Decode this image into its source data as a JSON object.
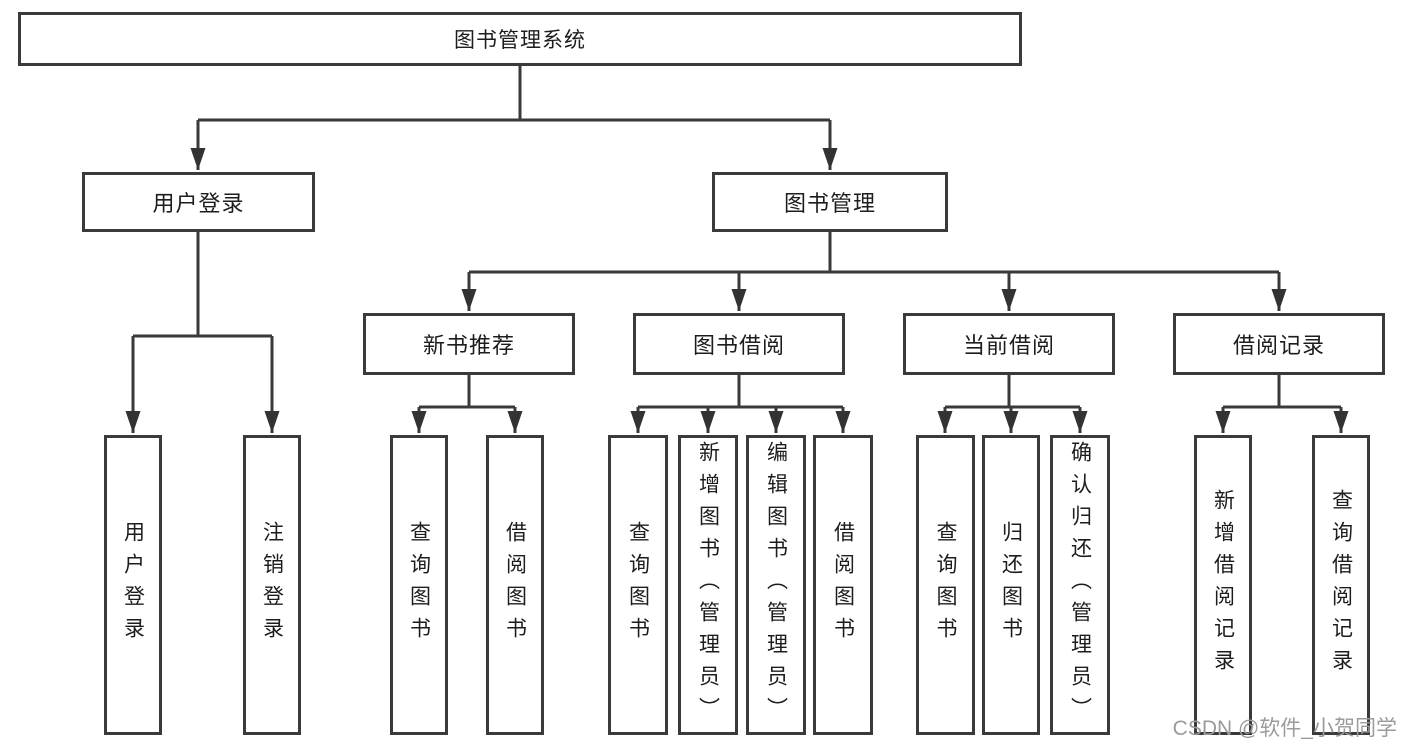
{
  "diagram": {
    "root": {
      "label": "图书管理系统"
    },
    "children": [
      {
        "label": "用户登录",
        "leaves": [
          "用户登录",
          "注销登录"
        ]
      },
      {
        "label": "图书管理",
        "children": [
          {
            "label": "新书推荐",
            "leaves": [
              "查询图书",
              "借阅图书"
            ]
          },
          {
            "label": "图书借阅",
            "leaves": [
              "查询图书",
              "新增图书（管理员）",
              "编辑图书（管理员）",
              "借阅图书"
            ]
          },
          {
            "label": "当前借阅",
            "leaves": [
              "查询图书",
              "归还图书",
              "确认归还（管理员）"
            ]
          },
          {
            "label": "借阅记录",
            "leaves": [
              "新增借阅记录",
              "查询借阅记录"
            ]
          }
        ]
      }
    ],
    "watermark": "CSDN @软件_小贺同学",
    "colors": {
      "line": "#3a3a3a",
      "border": "#3a3a3a",
      "text": "#1d1d1d",
      "watermark": "#9b9b9b",
      "background": "#ffffff"
    }
  }
}
